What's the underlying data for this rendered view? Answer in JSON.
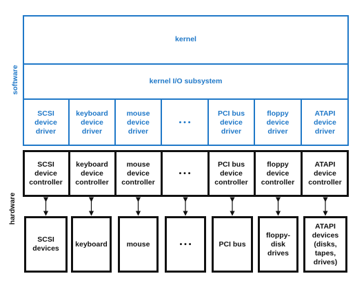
{
  "labels": {
    "software": "software",
    "hardware": "hardware"
  },
  "software": {
    "kernel": "kernel",
    "io_subsystem": "kernel I/O subsystem",
    "drivers": [
      "SCSI\ndevice\ndriver",
      "keyboard\ndevice\ndriver",
      "mouse\ndevice\ndriver",
      "• • •",
      "PCI bus\ndevice\ndriver",
      "floppy\ndevice\ndriver",
      "ATAPI\ndevice\ndriver"
    ]
  },
  "hardware": {
    "controllers": [
      "SCSI\ndevice\ncontroller",
      "keyboard\ndevice\ncontroller",
      "mouse\ndevice\ncontroller",
      "• • •",
      "PCI bus\ndevice\ncontroller",
      "floppy\ndevice\ncontroller",
      "ATAPI\ndevice\ncontroller"
    ],
    "devices": [
      "SCSI\ndevices",
      "keyboard",
      "mouse",
      "• • •",
      "PCI bus",
      "floppy-\ndisk\ndrives",
      "ATAPI\ndevices\n(disks,\ntapes,\ndrives)"
    ]
  },
  "colors": {
    "software": "#1f78c8",
    "hardware": "#111111"
  }
}
